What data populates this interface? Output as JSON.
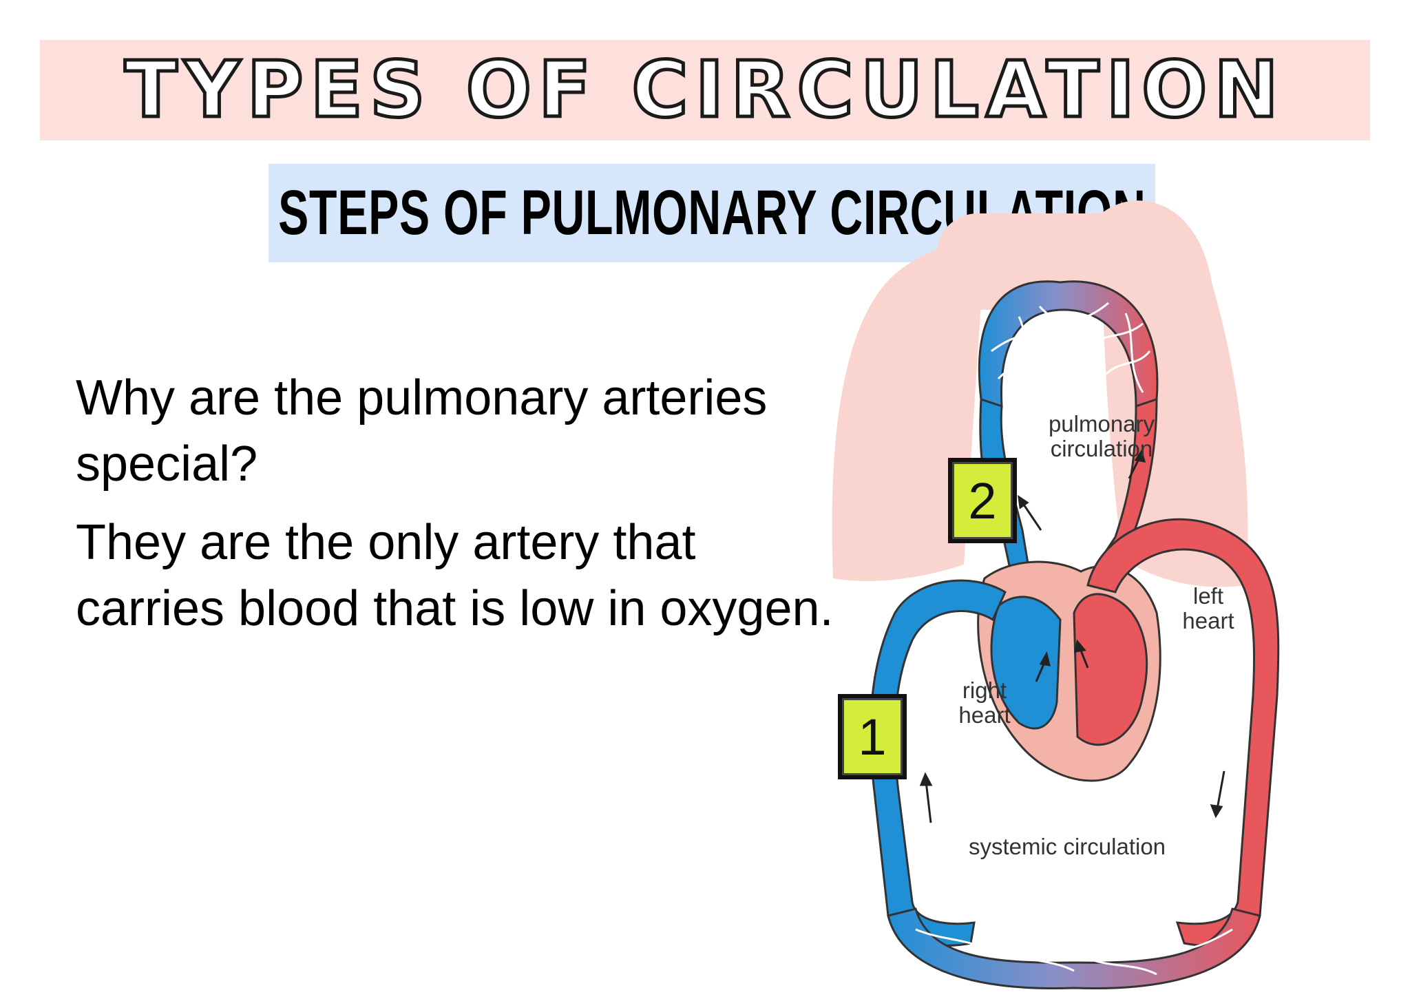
{
  "header": {
    "title": "TYPES OF CIRCULATION",
    "subtitle": "STEPS OF PULMONARY CIRCULATION"
  },
  "body": {
    "question": "Why are the pulmonary arteries special?",
    "answer": "They are the only artery that carries blood that is low in oxygen."
  },
  "diagram": {
    "labels": {
      "pulmonary_line1": "pulmonary",
      "pulmonary_line2": "circulation",
      "left_line1": "left",
      "left_line2": "heart",
      "right_line1": "right",
      "right_line2": "heart",
      "systemic": "systemic circulation"
    },
    "steps": [
      "1",
      "2"
    ],
    "colors": {
      "deoxygenated": "#1f8fd6",
      "oxygenated": "#e8575c",
      "lungs": "#fad4cf",
      "heart_tissue": "#f4b3a8",
      "step_box": "#d4ec3a"
    }
  }
}
